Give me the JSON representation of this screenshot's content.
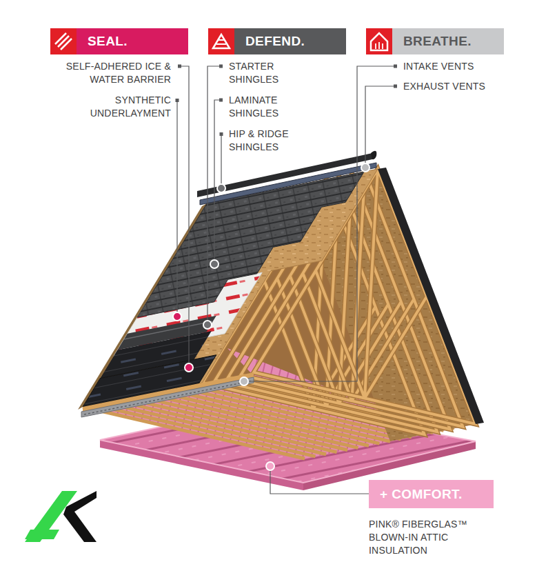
{
  "diagram": {
    "nodes": [
      {
        "text": [
          "SEAL."
        ]
      },
      {
        "text": [
          "DEFEND."
        ]
      },
      {
        "text": [
          "BREATHE."
        ]
      },
      {
        "text": [
          "+ COMFORT."
        ]
      }
    ],
    "labels": [
      "SELF-ADHERED ICE & WATER BARRIER",
      "SYNTHETIC UNDERLAYMENT",
      "STARTER SHINGLES",
      "LAMINATE SHINGLES",
      "HIP & RIDGE SHINGLES",
      "INTAKE VENTS",
      "EXHAUST VENTS",
      "PINK® FIBERGLAS™ BLOWN-IN ATTIC INSULATION"
    ]
  }
}
